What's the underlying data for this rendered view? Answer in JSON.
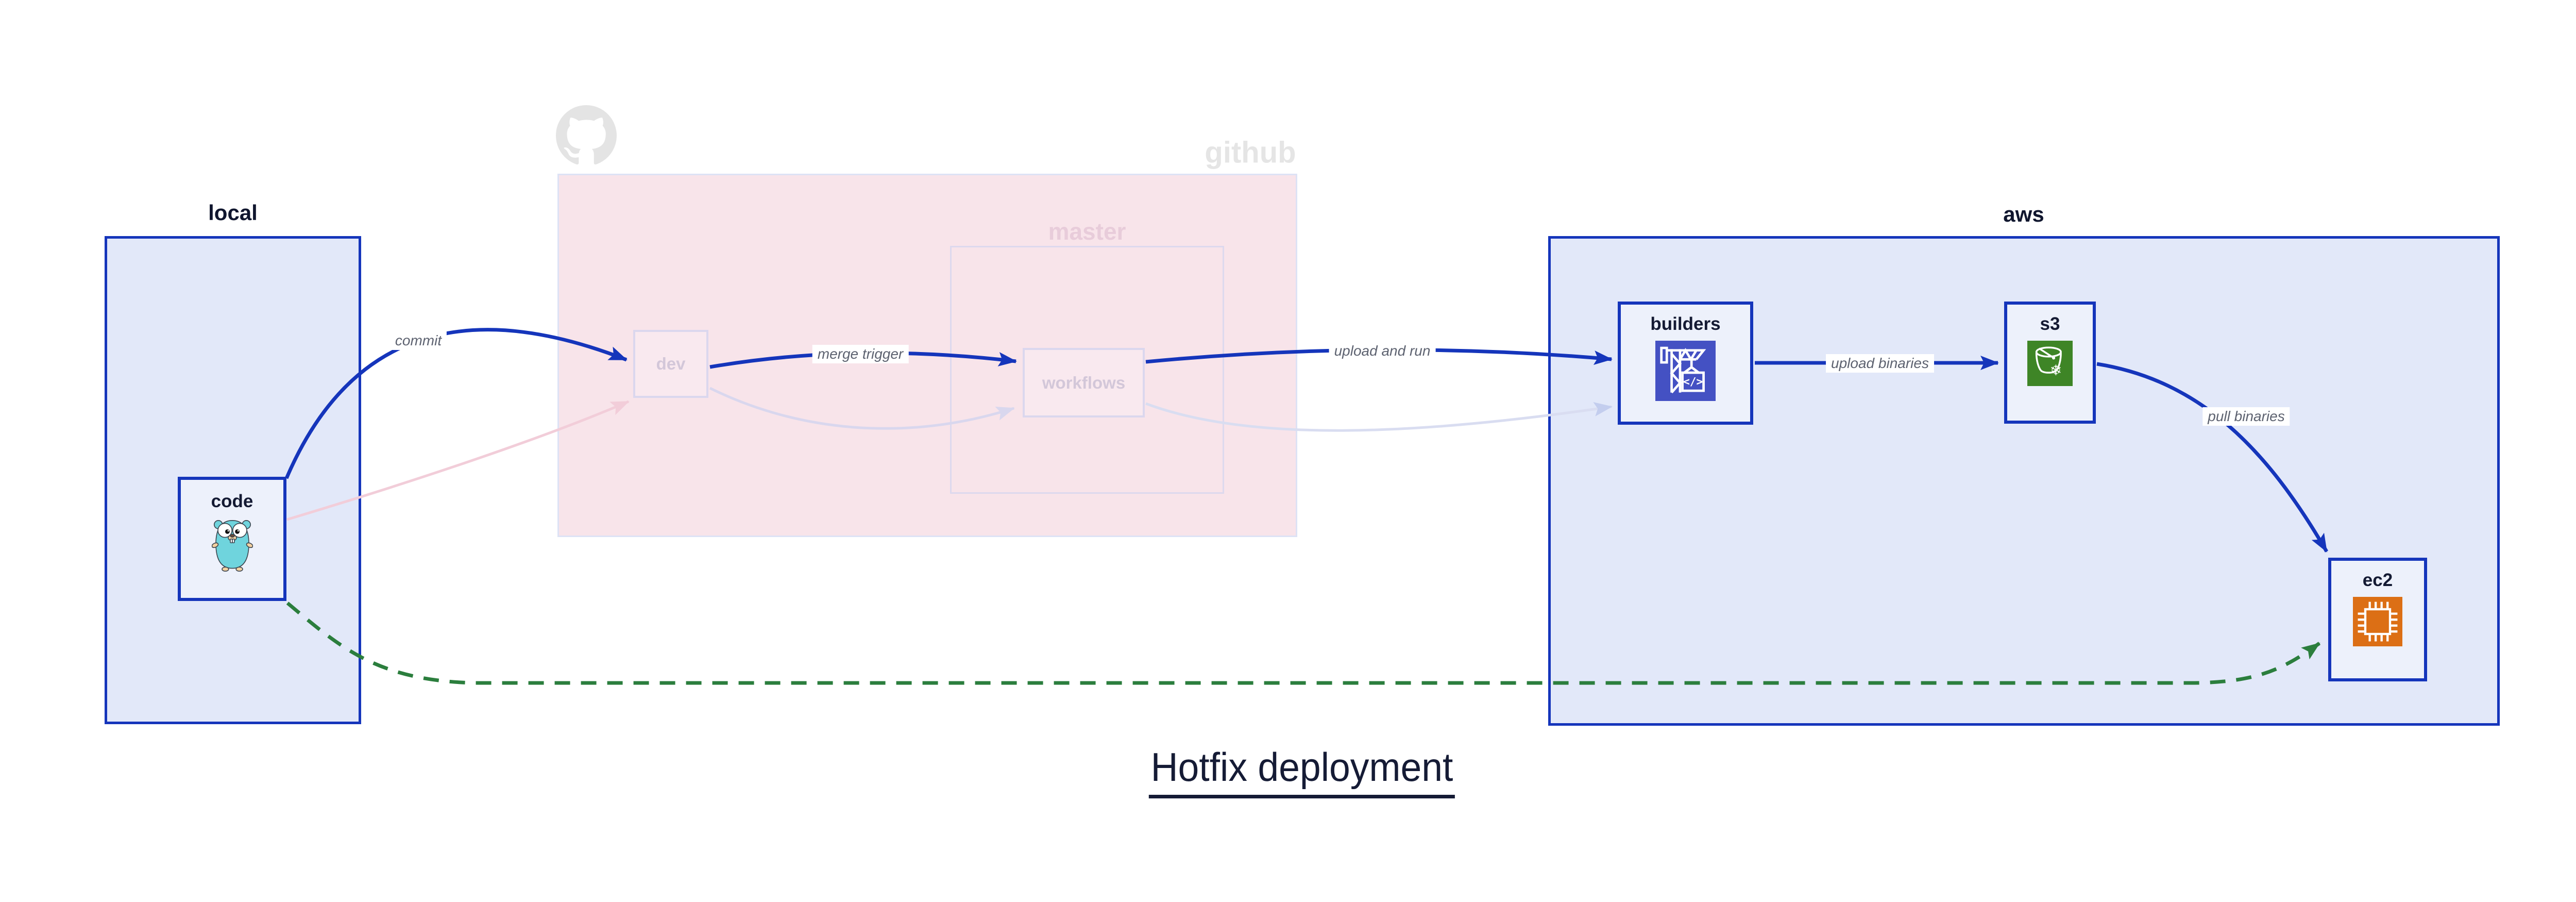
{
  "diagram": {
    "title": "Hotfix deployment",
    "groups": {
      "local": {
        "label": "local"
      },
      "github": {
        "label": "github"
      },
      "master": {
        "label": "master"
      },
      "aws": {
        "label": "aws"
      }
    },
    "nodes": {
      "code": {
        "label": "code",
        "icon": "go-gopher-icon"
      },
      "dev": {
        "label": "dev"
      },
      "workflows": {
        "label": "workflows"
      },
      "builders": {
        "label": "builders",
        "icon": "aws-codebuild-icon"
      },
      "s3": {
        "label": "s3",
        "icon": "aws-s3-glacier-bucket-icon"
      },
      "ec2": {
        "label": "ec2",
        "icon": "aws-ec2-chip-icon"
      }
    },
    "edges": {
      "commit": {
        "label": "commit"
      },
      "merge_trigger": {
        "label": "merge trigger"
      },
      "upload_and_run": {
        "label": "upload and run"
      },
      "upload_binaries": {
        "label": "upload binaries"
      },
      "pull_binaries": {
        "label": "pull binaries"
      }
    },
    "icons": {
      "github_octocat": "octocat-icon",
      "codebuild_glyph": "</>",
      "glacier_snowflake": "❄"
    },
    "colors": {
      "edge_blue": "#1535bb",
      "hotfix_green": "#2b7e3d",
      "group_fill_blue": "#e2e8f9",
      "node_fill": "#edf1fb",
      "github_fill": "#f8e4ea",
      "faded_pink_edge": "#f2cdd9",
      "faded_lavender_edge": "#d9d7ee",
      "codebuild_indigo": "#4451c3",
      "s3_green": "#3e8526",
      "ec2_orange": "#dc6f15",
      "navy_text": "#141a33",
      "edge_label_gray": "#5d6270",
      "faded_text": "#d3c7d9",
      "octocat_gray": "#e4e4e4"
    }
  }
}
